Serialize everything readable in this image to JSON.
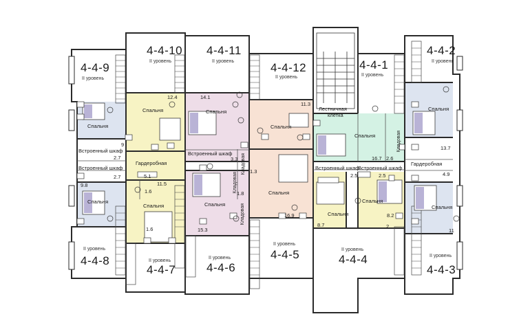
{
  "apartments": {
    "a9": "4-4-9",
    "a10": "4-4-10",
    "a11": "4-4-11",
    "a12": "4-4-12",
    "a1": "4-4-1",
    "a2": "4-4-2",
    "a8": "4-4-8",
    "a7": "4-4-7",
    "a6": "4-4-6",
    "a5": "4-4-5",
    "a4": "4-4-4",
    "a3": "4-4-3"
  },
  "level": "II уровень",
  "rooms": {
    "bedroom": "Спальня",
    "closet": "Встроенный шкаф",
    "wardrobe": "Гардеробная",
    "stair_line1": "Лестничная",
    "stair_line2": "клетка",
    "utility": "Кладовая"
  },
  "areas": {
    "a12_4": "12.4",
    "a14_1": "14.1",
    "a11_3": "11.3",
    "a9": "9",
    "a2_7a": "2.7",
    "a2_7b": "2.7",
    "a3_3": "3.3",
    "a1_3": "1.3",
    "a5_1": "5.1",
    "a9_8": "9.8",
    "a1_6a": "1.6",
    "a11_5": "11.5",
    "a1_8": "1.8",
    "a16_9": "16.9",
    "a15_3": "15.3",
    "a16_7": "16.7",
    "a2_6": "2.6",
    "a13_7": "13.7",
    "a4_9": "4.9",
    "a2_5a": "2.5",
    "a2_5b": "2.5",
    "a8_7": "8.7",
    "a8_2": "8.2",
    "a2": "2",
    "a11": "11",
    "a1_6b": "1.6"
  },
  "colors": {
    "yellow": "#f7f3c4",
    "pink": "#eedde8",
    "peach": "#f8e2d4",
    "green": "#d4f2e4",
    "blue": "#dde4f0",
    "wall": "#2a2a2a"
  }
}
